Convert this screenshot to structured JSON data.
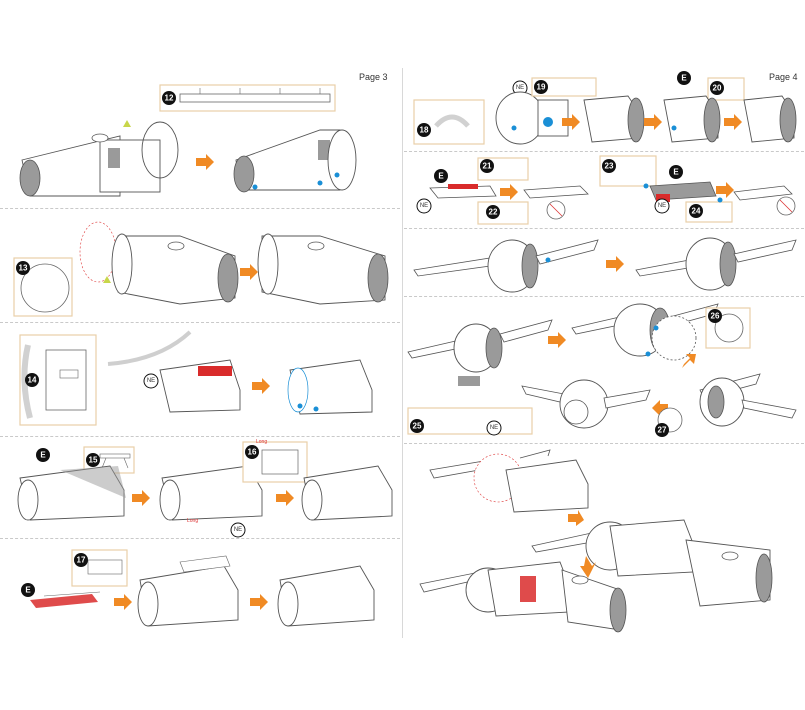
{
  "pages": {
    "left_label": "Page 3",
    "right_label": "Page 4"
  },
  "steps": [
    "12",
    "13",
    "14",
    "15",
    "16",
    "17",
    "18",
    "19",
    "20",
    "21",
    "22",
    "23",
    "24",
    "25",
    "26",
    "27"
  ],
  "markers": {
    "e": "E",
    "ne": "NE",
    "long": "Long"
  },
  "colors": {
    "arrow": "#f08a24",
    "dot": "#1a8fd6",
    "red": "#d92b2b",
    "gray": "#9a9a9a",
    "box": "#e8cfa8"
  }
}
